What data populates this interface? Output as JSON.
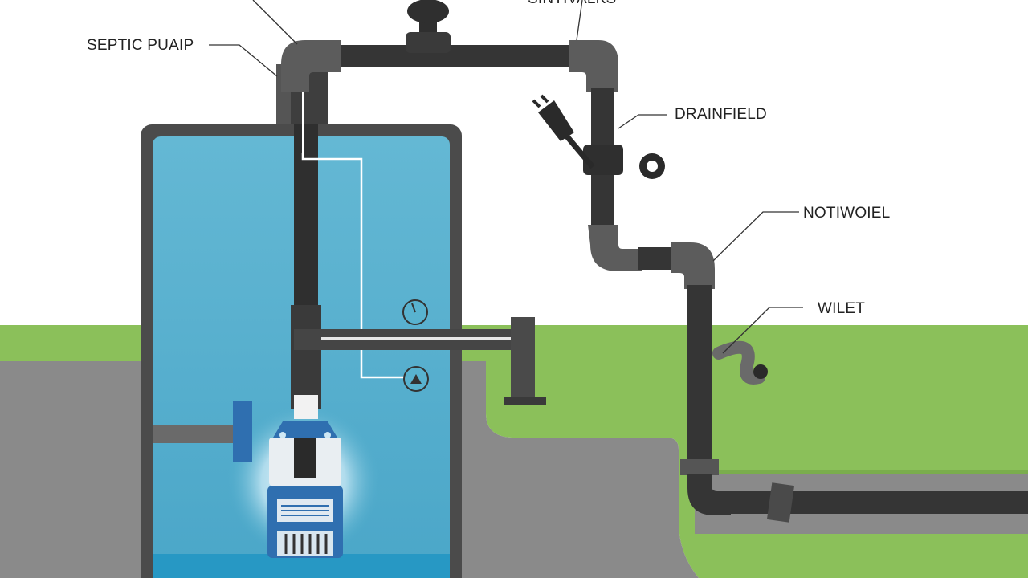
{
  "diagram": {
    "labels": {
      "septic_pump": "SEPTIC PUAIP",
      "top_cut": "SINTIVALKS",
      "drainfield": "DRAINFIELD",
      "notiwoiel": "NOTIWOIEL",
      "wilet": "WILET"
    },
    "colors": {
      "pipe": "#3a3a3a",
      "pipe_fitting": "#5c5c5c",
      "water": "#58b2cf",
      "tank_wall": "#4b4b4b",
      "grass": "#8bc05a",
      "soil": "#8a8a8a",
      "pump_accent": "#2f6fb0"
    },
    "icons": [
      "gauge-icon",
      "float-switch-icon",
      "electrical-plug-icon",
      "check-valve-icon"
    ]
  }
}
